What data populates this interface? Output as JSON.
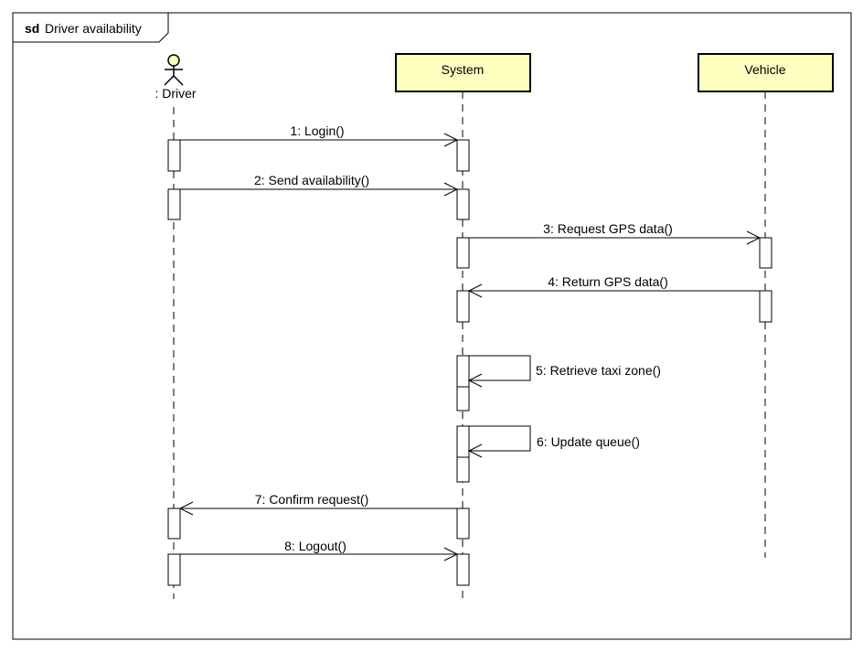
{
  "frame": {
    "keyword": "sd",
    "title": "Driver availability"
  },
  "actor": {
    "label": ": Driver"
  },
  "lifelines": [
    {
      "id": "system",
      "label": "System"
    },
    {
      "id": "vehicle",
      "label": "Vehicle"
    }
  ],
  "messages": [
    {
      "label": "1: Login()",
      "from": "driver",
      "to": "system"
    },
    {
      "label": "2: Send availability()",
      "from": "driver",
      "to": "system"
    },
    {
      "label": "3: Request GPS data()",
      "from": "system",
      "to": "vehicle"
    },
    {
      "label": "4: Return GPS data()",
      "from": "vehicle",
      "to": "system"
    },
    {
      "label": "5: Retrieve taxi zone()",
      "from": "system",
      "to": "system"
    },
    {
      "label": "6: Update queue()",
      "from": "system",
      "to": "system"
    },
    {
      "label": "7: Confirm request()",
      "from": "system",
      "to": "driver"
    },
    {
      "label": "8: Logout()",
      "from": "driver",
      "to": "system"
    }
  ],
  "colors": {
    "lifeline_fill": "#ffffc0",
    "actor_head_fill": "#ffffc0",
    "stroke": "#000000"
  }
}
